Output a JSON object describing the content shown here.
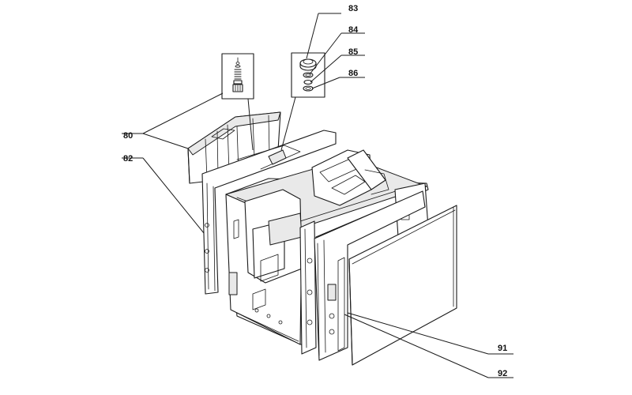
{
  "callouts": {
    "c80": "80",
    "c82": "82",
    "c83": "83",
    "c84": "84",
    "c85": "85",
    "c86": "86",
    "c91": "91",
    "c92": "92"
  },
  "colors": {
    "line": "#1a1a1a",
    "background": "#ffffff"
  }
}
